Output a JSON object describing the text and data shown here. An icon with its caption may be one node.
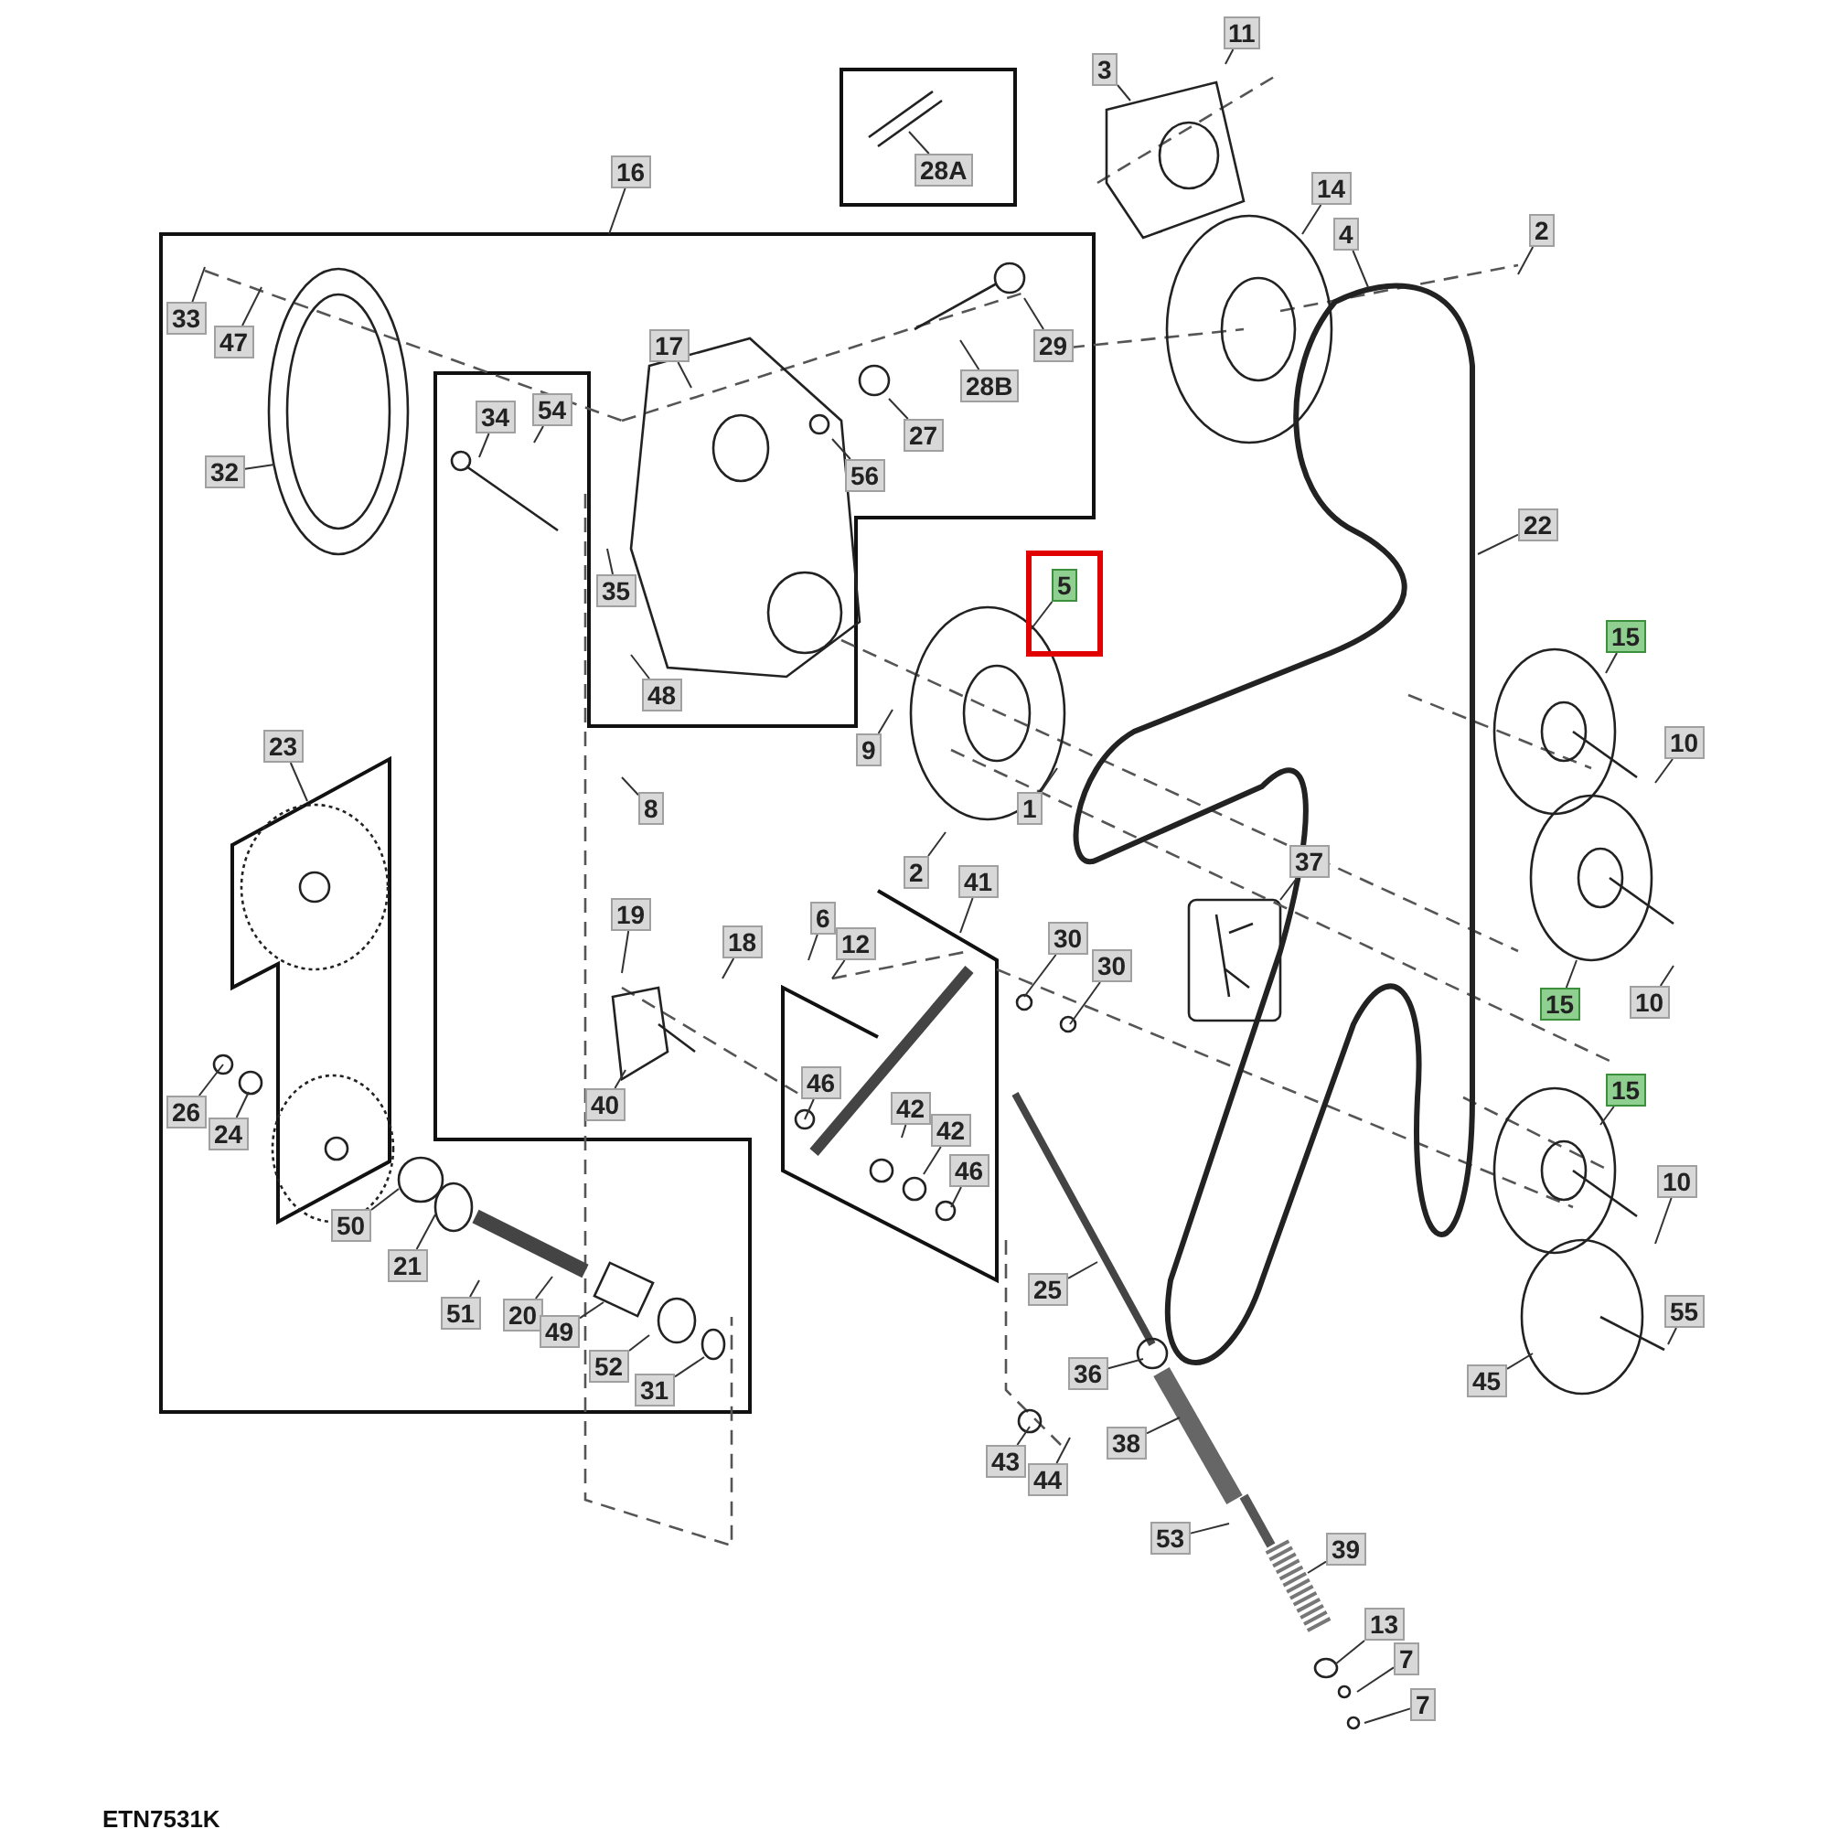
{
  "diagram": {
    "nodes": [
      {
        "text": [
          "11"
        ]
      },
      {
        "text": [
          "3"
        ]
      },
      {
        "text": [
          "28A"
        ]
      },
      {
        "text": [
          "16"
        ]
      },
      {
        "text": [
          "14"
        ]
      },
      {
        "text": [
          "4"
        ]
      },
      {
        "text": [
          "2"
        ]
      },
      {
        "text": [
          "33"
        ]
      },
      {
        "text": [
          "47"
        ]
      },
      {
        "text": [
          "29"
        ]
      },
      {
        "text": [
          "17"
        ]
      },
      {
        "text": [
          "28B"
        ]
      },
      {
        "text": [
          "54"
        ]
      },
      {
        "text": [
          "34"
        ]
      },
      {
        "text": [
          "27"
        ]
      },
      {
        "text": [
          "32"
        ]
      },
      {
        "text": [
          "56"
        ]
      },
      {
        "text": [
          "22"
        ]
      },
      {
        "text": [
          "5"
        ]
      },
      {
        "text": [
          "35"
        ]
      },
      {
        "text": [
          "15"
        ]
      },
      {
        "text": [
          "48"
        ]
      },
      {
        "text": [
          "9"
        ]
      },
      {
        "text": [
          "10"
        ]
      },
      {
        "text": [
          "23"
        ]
      },
      {
        "text": [
          "8"
        ]
      },
      {
        "text": [
          "1"
        ]
      },
      {
        "text": [
          "2"
        ]
      },
      {
        "text": [
          "41"
        ]
      },
      {
        "text": [
          "37"
        ]
      },
      {
        "text": [
          "6"
        ]
      },
      {
        "text": [
          "19"
        ]
      },
      {
        "text": [
          "18"
        ]
      },
      {
        "text": [
          "12"
        ]
      },
      {
        "text": [
          "30"
        ]
      },
      {
        "text": [
          "30"
        ]
      },
      {
        "text": [
          "15"
        ]
      },
      {
        "text": [
          "10"
        ]
      },
      {
        "text": [
          "42"
        ]
      },
      {
        "text": [
          "42"
        ]
      },
      {
        "text": [
          "46"
        ]
      },
      {
        "text": [
          "40"
        ]
      },
      {
        "text": [
          "15"
        ]
      },
      {
        "text": [
          "26"
        ]
      },
      {
        "text": [
          "24"
        ]
      },
      {
        "text": [
          "46"
        ]
      },
      {
        "text": [
          "10"
        ]
      },
      {
        "text": [
          "50"
        ]
      },
      {
        "text": [
          "21"
        ]
      },
      {
        "text": [
          "25"
        ]
      },
      {
        "text": [
          "51"
        ]
      },
      {
        "text": [
          "20"
        ]
      },
      {
        "text": [
          "49"
        ]
      },
      {
        "text": [
          "55"
        ]
      },
      {
        "text": [
          "52"
        ]
      },
      {
        "text": [
          "36"
        ]
      },
      {
        "text": [
          "45"
        ]
      },
      {
        "text": [
          "31"
        ]
      },
      {
        "text": [
          "38"
        ]
      },
      {
        "text": [
          "43"
        ]
      },
      {
        "text": [
          "44"
        ]
      },
      {
        "text": [
          "53"
        ]
      },
      {
        "text": [
          "39"
        ]
      },
      {
        "text": [
          "13"
        ]
      },
      {
        "text": [
          "7"
        ]
      },
      {
        "text": [
          "7"
        ]
      }
    ],
    "edges": [
      {
        "from": 0,
        "to": null,
        "arrow": "none"
      },
      {
        "from": 1,
        "to": null,
        "arrow": "none"
      },
      {
        "from": 2,
        "to": null,
        "arrow": "none"
      },
      {
        "from": 3,
        "to": null,
        "arrow": "none"
      },
      {
        "from": 4,
        "to": null,
        "arrow": "none"
      },
      {
        "from": 5,
        "to": null,
        "arrow": "none"
      },
      {
        "from": 6,
        "to": null,
        "arrow": "none"
      },
      {
        "from": 7,
        "to": null,
        "arrow": "none"
      },
      {
        "from": 8,
        "to": null,
        "arrow": "none"
      },
      {
        "from": 9,
        "to": null,
        "arrow": "none"
      },
      {
        "from": 10,
        "to": null,
        "arrow": "none"
      },
      {
        "from": 11,
        "to": null,
        "arrow": "none"
      },
      {
        "from": 12,
        "to": null,
        "arrow": "none"
      },
      {
        "from": 13,
        "to": null,
        "arrow": "none"
      },
      {
        "from": 14,
        "to": null,
        "arrow": "none"
      },
      {
        "from": 15,
        "to": null,
        "arrow": "none"
      },
      {
        "from": 16,
        "to": null,
        "arrow": "none"
      },
      {
        "from": 17,
        "to": null,
        "arrow": "none"
      },
      {
        "from": 18,
        "to": null,
        "arrow": "none"
      },
      {
        "from": 19,
        "to": null,
        "arrow": "none"
      },
      {
        "from": 20,
        "to": null,
        "arrow": "none"
      },
      {
        "from": 21,
        "to": null,
        "arrow": "none"
      },
      {
        "from": 22,
        "to": null,
        "arrow": "none"
      },
      {
        "from": 23,
        "to": null,
        "arrow": "none"
      },
      {
        "from": 24,
        "to": null,
        "arrow": "none"
      },
      {
        "from": 25,
        "to": null,
        "arrow": "none"
      },
      {
        "from": 26,
        "to": null,
        "arrow": "none"
      },
      {
        "from": 27,
        "to": null,
        "arrow": "none"
      },
      {
        "from": 28,
        "to": null,
        "arrow": "none"
      },
      {
        "from": 29,
        "to": null,
        "arrow": "none"
      },
      {
        "from": 30,
        "to": null,
        "arrow": "none"
      },
      {
        "from": 31,
        "to": null,
        "arrow": "none"
      },
      {
        "from": 32,
        "to": null,
        "arrow": "none"
      },
      {
        "from": 33,
        "to": null,
        "arrow": "none"
      },
      {
        "from": 34,
        "to": null,
        "arrow": "none"
      },
      {
        "from": 35,
        "to": null,
        "arrow": "none"
      },
      {
        "from": 36,
        "to": null,
        "arrow": "none"
      },
      {
        "from": 37,
        "to": null,
        "arrow": "none"
      },
      {
        "from": 38,
        "to": null,
        "arrow": "none"
      },
      {
        "from": 39,
        "to": null,
        "arrow": "none"
      },
      {
        "from": 40,
        "to": null,
        "arrow": "none"
      },
      {
        "from": 41,
        "to": null,
        "arrow": "none"
      },
      {
        "from": 42,
        "to": null,
        "arrow": "none"
      },
      {
        "from": 43,
        "to": null,
        "arrow": "none"
      },
      {
        "from": 44,
        "to": null,
        "arrow": "none"
      },
      {
        "from": 45,
        "to": null,
        "arrow": "none"
      },
      {
        "from": 46,
        "to": null,
        "arrow": "none"
      },
      {
        "from": 47,
        "to": null,
        "arrow": "none"
      },
      {
        "from": 48,
        "to": null,
        "arrow": "none"
      },
      {
        "from": 49,
        "to": null,
        "arrow": "none"
      },
      {
        "from": 50,
        "to": null,
        "arrow": "none"
      },
      {
        "from": 51,
        "to": null,
        "arrow": "none"
      },
      {
        "from": 52,
        "to": null,
        "arrow": "none"
      },
      {
        "from": 53,
        "to": null,
        "arrow": "none"
      },
      {
        "from": 54,
        "to": null,
        "arrow": "none"
      },
      {
        "from": 55,
        "to": null,
        "arrow": "none"
      },
      {
        "from": 56,
        "to": null,
        "arrow": "none"
      },
      {
        "from": 57,
        "to": null,
        "arrow": "none"
      },
      {
        "from": 58,
        "to": null,
        "arrow": "none"
      },
      {
        "from": 59,
        "to": null,
        "arrow": "none"
      },
      {
        "from": 60,
        "to": null,
        "arrow": "none"
      },
      {
        "from": 61,
        "to": null,
        "arrow": "none"
      },
      {
        "from": 62,
        "to": null,
        "arrow": "none"
      },
      {
        "from": 63,
        "to": null,
        "arrow": "none"
      },
      {
        "from": 64,
        "to": null,
        "arrow": "none"
      },
      {
        "from": 65,
        "to": null,
        "arrow": "none"
      }
    ],
    "labels": [
      "ETN7531K"
    ]
  }
}
